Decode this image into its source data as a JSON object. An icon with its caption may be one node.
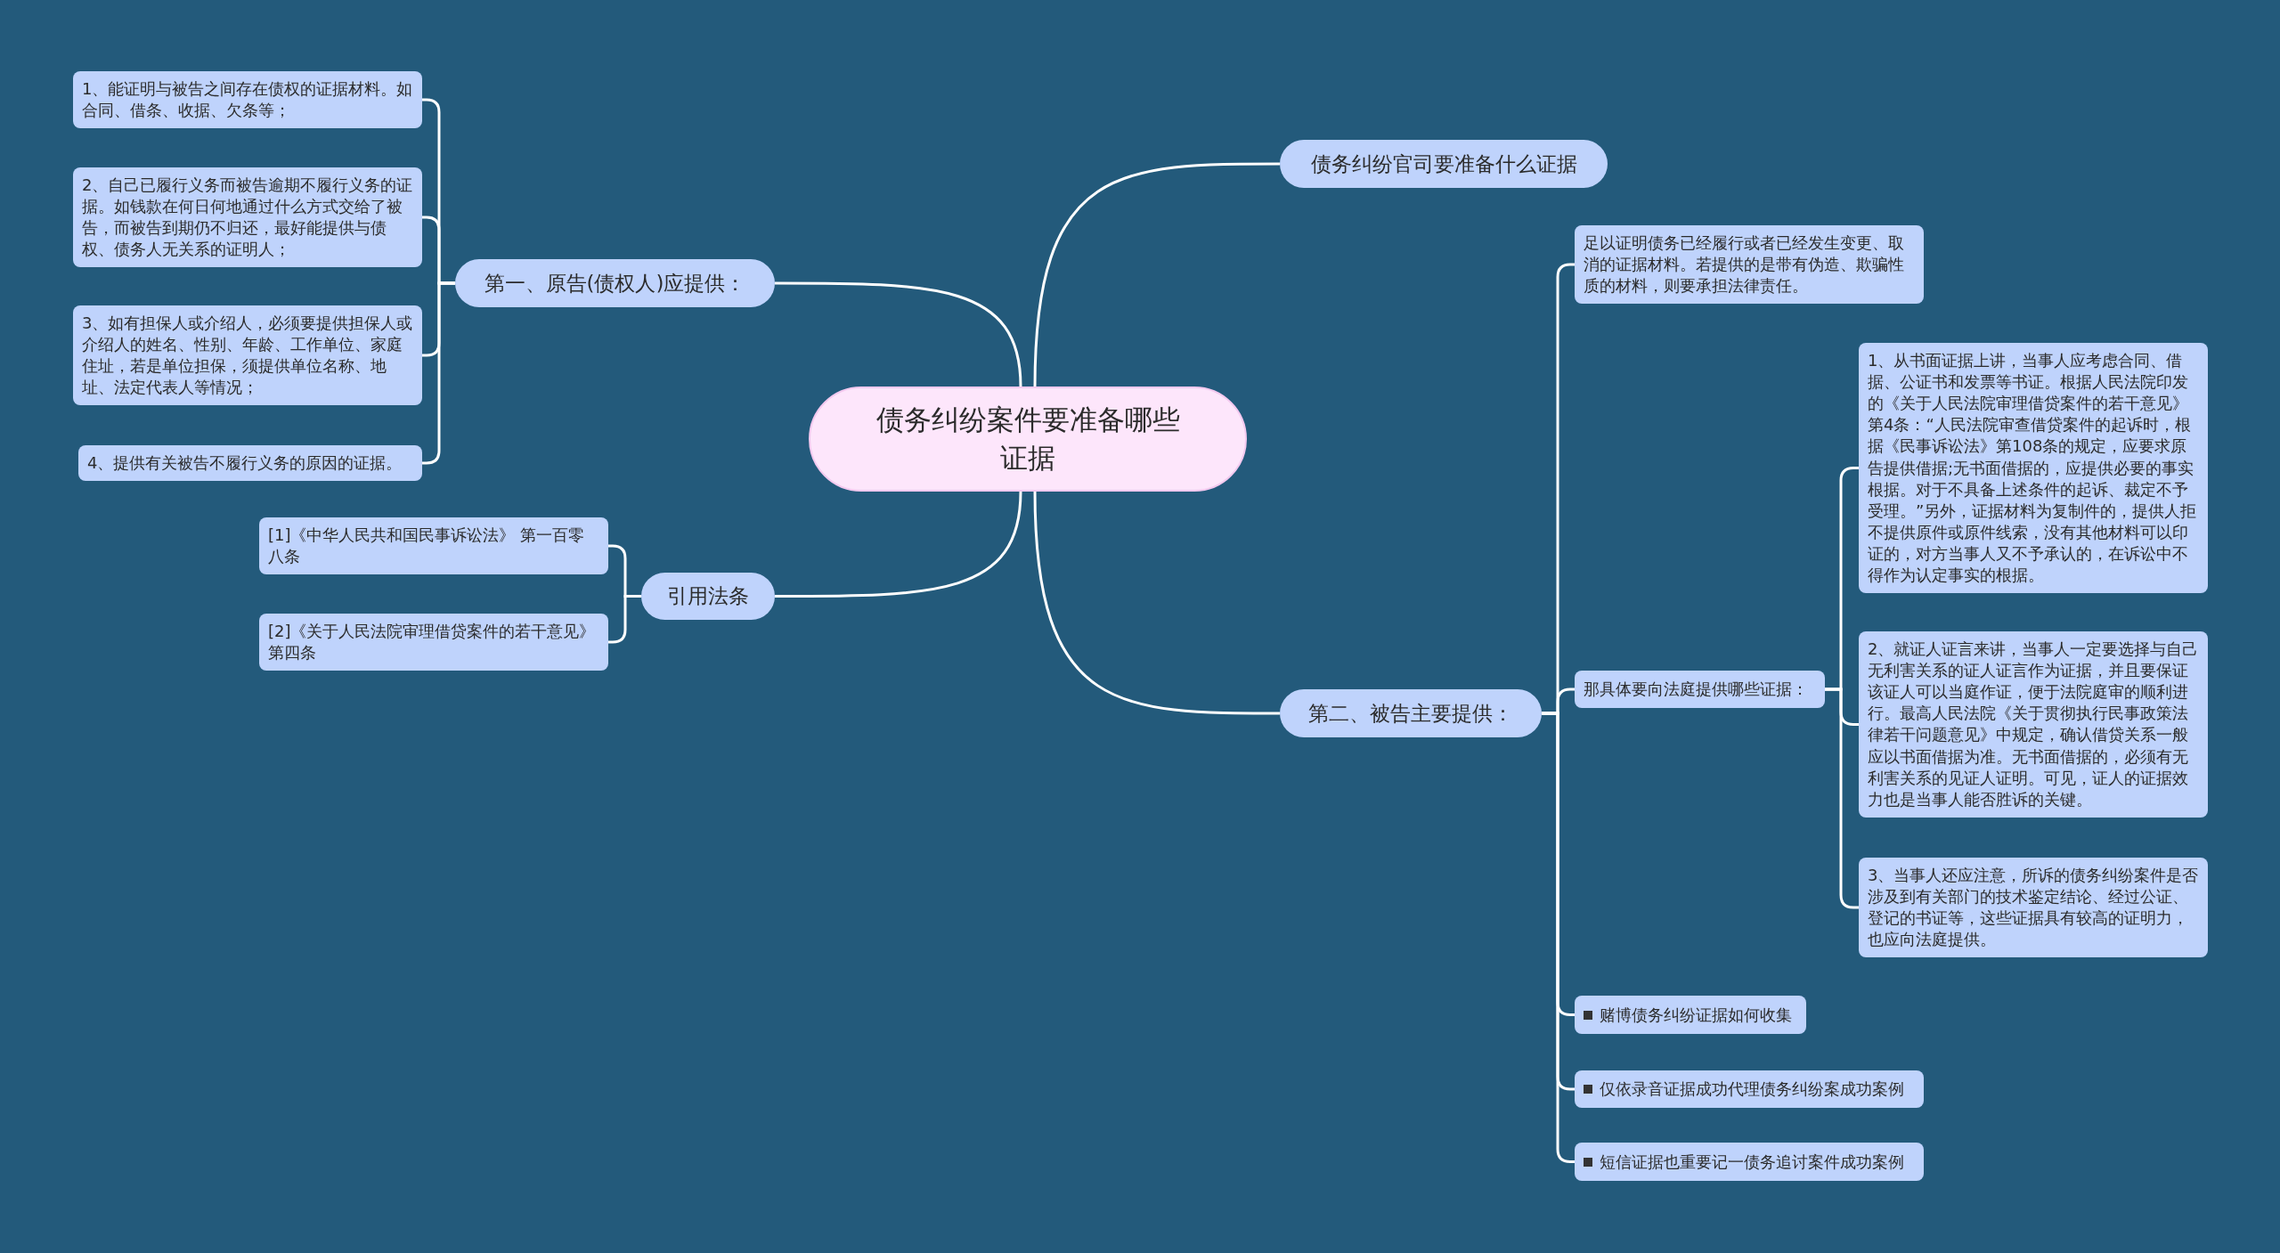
{
  "diagram": {
    "nodes": [
      {
        "text": [
          "债务纠纷案件要准备哪些证据"
        ]
      },
      {
        "text": [
          "债务纠纷官司要准备什么证据"
        ]
      },
      {
        "text": [
          "第一、原告(债权人)应提供："
        ]
      },
      {
        "text": [
          "1、能证明与被告之间存在债权的证据材料。如合同、借条、收据、欠条等；"
        ]
      },
      {
        "text": [
          "2、自己已履行义务而被告逾期不履行义务的证据。如钱款在何日何地通过什么方式交给了被告，而被告到期仍不归还，最好能提供与债权、债务人无关系的证明人；"
        ]
      },
      {
        "text": [
          "3、如有担保人或介绍人，必须要提供担保人或介绍人的姓名、性别、年龄、工作单位、家庭住址，若是单位担保，须提供单位名称、地址、法定代表人等情况；"
        ]
      },
      {
        "text": [
          "4、提供有关被告不履行义务的原因的证据。"
        ]
      },
      {
        "text": [
          "引用法条"
        ]
      },
      {
        "text": [
          "[1]《中华人民共和国民事诉讼法》 第一百零八条"
        ]
      },
      {
        "text": [
          "[2]《关于人民法院审理借贷案件的若干意见》第四条"
        ]
      },
      {
        "text": [
          "第二、被告主要提供："
        ]
      },
      {
        "text": [
          "足以证明债务已经履行或者已经发生变更、取消的证据材料。若提供的是带有伪造、欺骗性质的材料，则要承担法律责任。"
        ]
      },
      {
        "text": [
          "那具体要向法庭提供哪些证据："
        ]
      },
      {
        "text": [
          "1、从书面证据上讲，当事人应考虑合同、借据、公证书和发票等书证。根据人民法院印发的《关于人民法院审理借贷案件的若干意见》第4条：“人民法院审查借贷案件的起诉时，根据《民事诉讼法》第108条的规定，应要求原告提供借据;无书面借据的，应提供必要的事实根据。对于不具备上述条件的起诉、裁定不予受理。”另外，证据材料为复制件的，提供人拒不提供原件或原件线索，没有其他材料可以印证的，对方当事人又不予承认的，在诉讼中不得作为认定事实的根据。"
        ]
      },
      {
        "text": [
          "2、就证人证言来讲，当事人一定要选择与自己无利害关系的证人证言作为证据，并且要保证该证人可以当庭作证，便于法院庭审的顺利进行。最高人民法院《关于贯彻执行民事政策法律若干问题意见》中规定，确认借贷关系一般应以书面借据为准。无书面借据的，必须有无利害关系的见证人证明。可见，证人的证据效力也是当事人能否胜诉的关键。"
        ]
      },
      {
        "text": [
          "3、当事人还应注意，所诉的债务纠纷案件是否涉及到有关部门的技术鉴定结论、经过公证、登记的书证等，这些证据具有较高的证明力，也应向法庭提供。"
        ]
      },
      {
        "text": [
          "赌博债务纠纷证据如何收集"
        ]
      },
      {
        "text": [
          "仅依录音证据成功代理债务纠纷案成功案例"
        ]
      },
      {
        "text": [
          "短信证据也重要记一债务追讨案件成功案例"
        ]
      }
    ],
    "edges": [
      {
        "from": 0,
        "to": 1,
        "arrow": "none"
      },
      {
        "from": 0,
        "to": 2,
        "arrow": "none"
      },
      {
        "from": 2,
        "to": 3,
        "arrow": "none"
      },
      {
        "from": 2,
        "to": 4,
        "arrow": "none"
      },
      {
        "from": 2,
        "to": 5,
        "arrow": "none"
      },
      {
        "from": 2,
        "to": 6,
        "arrow": "none"
      },
      {
        "from": 0,
        "to": 7,
        "arrow": "none"
      },
      {
        "from": 7,
        "to": 8,
        "arrow": "none"
      },
      {
        "from": 7,
        "to": 9,
        "arrow": "none"
      },
      {
        "from": 0,
        "to": 10,
        "arrow": "none"
      },
      {
        "from": 10,
        "to": 11,
        "arrow": "none"
      },
      {
        "from": 10,
        "to": 12,
        "arrow": "none"
      },
      {
        "from": 12,
        "to": 13,
        "arrow": "none"
      },
      {
        "from": 12,
        "to": 14,
        "arrow": "none"
      },
      {
        "from": 12,
        "to": 15,
        "arrow": "none"
      },
      {
        "from": 10,
        "to": 16,
        "arrow": "none"
      },
      {
        "from": 10,
        "to": 17,
        "arrow": "none"
      },
      {
        "from": 10,
        "to": 18,
        "arrow": "none"
      }
    ]
  }
}
